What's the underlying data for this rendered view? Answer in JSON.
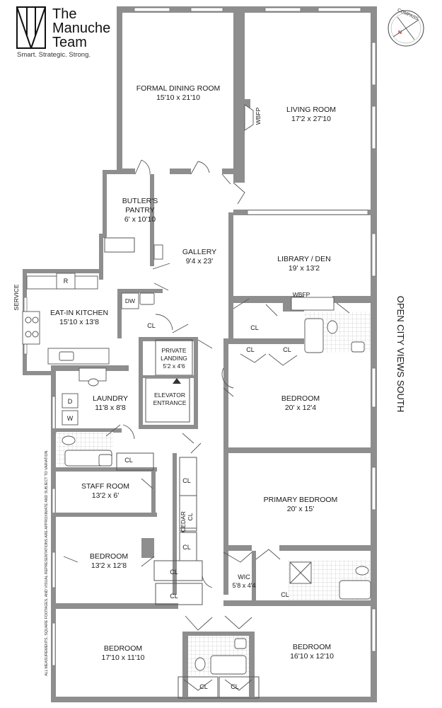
{
  "logo": {
    "title_line1": "The",
    "title_line2": "Manuche",
    "title_line3": "Team",
    "tagline": "Smart. Strategic. Strong."
  },
  "compass": {
    "label": "COMPASS"
  },
  "side_note": "OPEN CITY VIEWS SOUTH",
  "disclaimer": "ALL MEASUREMENTS, SQUARE FOOTAGES, AND VISUAL REPRESENTATIONS ARE APPROXIMATE AND SUBJECT TO VARIATION.",
  "rooms": {
    "formal_dining": {
      "name": "FORMAL DINING ROOM",
      "dims": "15'10 x 21'10"
    },
    "living": {
      "name": "LIVING ROOM",
      "dims": "17'2 x 27'10"
    },
    "wbfp_living": "WBFP",
    "butlers_pantry": {
      "name1": "BUTLER'S",
      "name2": "PANTRY",
      "dims": "6' x 10'10"
    },
    "gallery": {
      "name": "GALLERY",
      "dims": "9'4 x 23'"
    },
    "library": {
      "name": "LIBRARY / DEN",
      "dims": "19' x 13'2"
    },
    "wbfp_library": "WBFP",
    "service": "SERVICE",
    "eat_in_kitchen": {
      "name": "EAT-IN KITCHEN",
      "dims": "15'10 x 13'8"
    },
    "refrigerator": "R",
    "dishwasher": "DW",
    "private_landing": {
      "name1": "PRIVATE",
      "name2": "LANDING",
      "dims": "5'2 x 4'6"
    },
    "elevator": {
      "name1": "ELEVATOR",
      "name2": "ENTRANCE"
    },
    "laundry": {
      "name": "LAUNDRY",
      "dims": "11'8 x 8'8"
    },
    "dryer": "D",
    "washer": "W",
    "bedroom_east_1": {
      "name": "BEDROOM",
      "dims": "20' x 12'4"
    },
    "staff_room": {
      "name": "STAFF ROOM",
      "dims": "13'2 x 6'"
    },
    "primary_bedroom": {
      "name": "PRIMARY BEDROOM",
      "dims": "20' x 15'"
    },
    "cedar_cl": {
      "name1": "CEDAR",
      "name2": "CL"
    },
    "bedroom_west_1": {
      "name": "BEDROOM",
      "dims": "13'2 x 12'8"
    },
    "wic": {
      "name": "WIC",
      "dims": "5'8 x 4'4"
    },
    "bedroom_sw": {
      "name": "BEDROOM",
      "dims": "17'10 x 11'10"
    },
    "bedroom_se": {
      "name": "BEDROOM",
      "dims": "16'10 x 12'10"
    },
    "closet_label": "CL"
  }
}
